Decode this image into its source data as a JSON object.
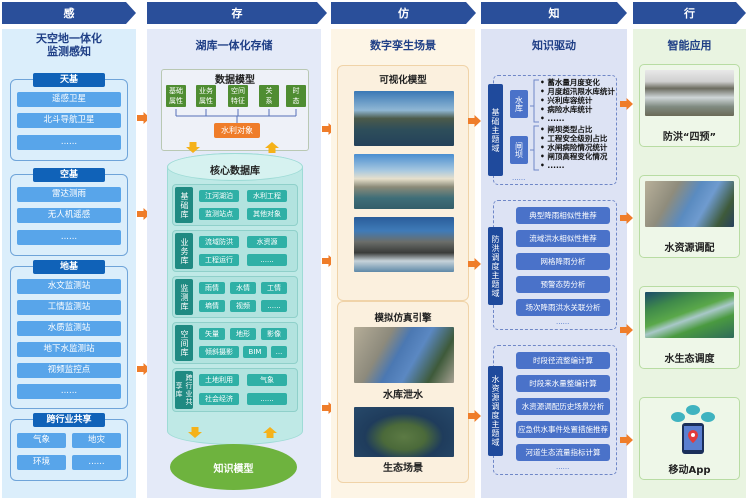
{
  "stages": [
    {
      "label": "感"
    },
    {
      "label": "存"
    },
    {
      "label": "仿"
    },
    {
      "label": "知"
    },
    {
      "label": "行"
    }
  ],
  "sense": {
    "title_line1": "天空地一体化",
    "title_line2": "监测感知",
    "groups": [
      {
        "name": "天基",
        "items": [
          "遥感卫星",
          "北斗导航卫星",
          "......"
        ]
      },
      {
        "name": "空基",
        "items": [
          "雷达测雨",
          "无人机遥感",
          "......"
        ]
      },
      {
        "name": "地基",
        "items": [
          "水文监测站",
          "工情监测站",
          "水质监测站",
          "地下水监测站",
          "视频监控点",
          "......"
        ]
      },
      {
        "name": "跨行业共享",
        "items": [
          "气象",
          "地灾",
          "环境",
          "......"
        ]
      }
    ]
  },
  "store": {
    "title": "湖库一体化存储",
    "data_model": {
      "title": "数据模型",
      "attributes": [
        "基础\n属性",
        "业务\n属性",
        "空间\n特征",
        "关\n系",
        "时\n态"
      ],
      "object": "水利对象"
    },
    "core_db": {
      "title": "核心数据库",
      "libraries": [
        {
          "name": "基础库",
          "items": [
            "江河湖泊",
            "水利工程",
            "监测站点",
            "其他对象"
          ]
        },
        {
          "name": "业务库",
          "items": [
            "流域防洪",
            "水资源",
            "工程运行",
            "......"
          ]
        },
        {
          "name": "监测库",
          "items": [
            "雨情",
            "水情",
            "工情",
            "墒情",
            "视频",
            "......"
          ]
        },
        {
          "name": "空间库",
          "items": [
            "矢量",
            "地形",
            "影像",
            "倾斜摄影",
            "BIM",
            "..."
          ]
        },
        {
          "name": "跨行业共享库",
          "items": [
            "土地利用",
            "气象",
            "社会经济",
            "......"
          ]
        }
      ]
    },
    "knowledge_model": "知识模型"
  },
  "simulate": {
    "title": "数字孪生场景",
    "visual_model": {
      "title": "可视化模型",
      "images": [
        "dam-bridge-render",
        "sluice-building-render",
        "spillway-gate-render"
      ]
    },
    "sim_engine": {
      "title": "模拟仿真引擎",
      "scenes": [
        {
          "caption": "水库泄水",
          "image": "reservoir-release-aerial"
        },
        {
          "caption": "生态场景",
          "image": "ecological-island-aerial"
        }
      ]
    }
  },
  "know": {
    "title": "知识驱动",
    "domains": [
      {
        "name": "基础主题域",
        "subgroups": [
          {
            "name": "水库",
            "bullets": [
              "蓄水量月度变化",
              "月度超汛限水库统计",
              "兴利库容统计",
              "病险水库统计",
              "......"
            ]
          },
          {
            "name": "闸坝",
            "bullets": [
              "闸坝类型占比",
              "工程安全级别占比",
              "水闸病险情况统计",
              "闸顶高程变化情况",
              "......"
            ]
          }
        ],
        "more": "......"
      },
      {
        "name": "防洪调度主题域",
        "items": [
          "典型降雨相似性推荐",
          "流域洪水相似性推荐",
          "网格降雨分析",
          "预警态势分析",
          "场次降雨洪水关联分析"
        ],
        "more": "......"
      },
      {
        "name": "水资源调度主题域",
        "items": [
          "时段径流整编计算",
          "时段来水量整编计算",
          "水资源调配历史场景分析",
          "应急供水事件处置措施推荐",
          "河道生态流量指标计算"
        ],
        "more": "......"
      }
    ]
  },
  "act": {
    "title": "智能应用",
    "apps": [
      {
        "caption": "防洪“四预”",
        "image": "flood-discharge-photo"
      },
      {
        "caption": "水资源调配",
        "image": "reservoir-aerial-photo"
      },
      {
        "caption": "水生态调度",
        "image": "river-wetland-photo"
      },
      {
        "caption": "移动App",
        "image": "mobile-app-icon"
      }
    ]
  },
  "colors": {
    "stage_bar": "#2a4f9a",
    "flow_arrow": "#ef7d2a",
    "title_text": "#1f3f86",
    "sense_bg": "#dbeefb",
    "store_bg": "#e4eaf8",
    "simulate_bg": "#fdf5e6",
    "know_bg": "#dde3f4",
    "act_bg": "#e9f4e1"
  }
}
